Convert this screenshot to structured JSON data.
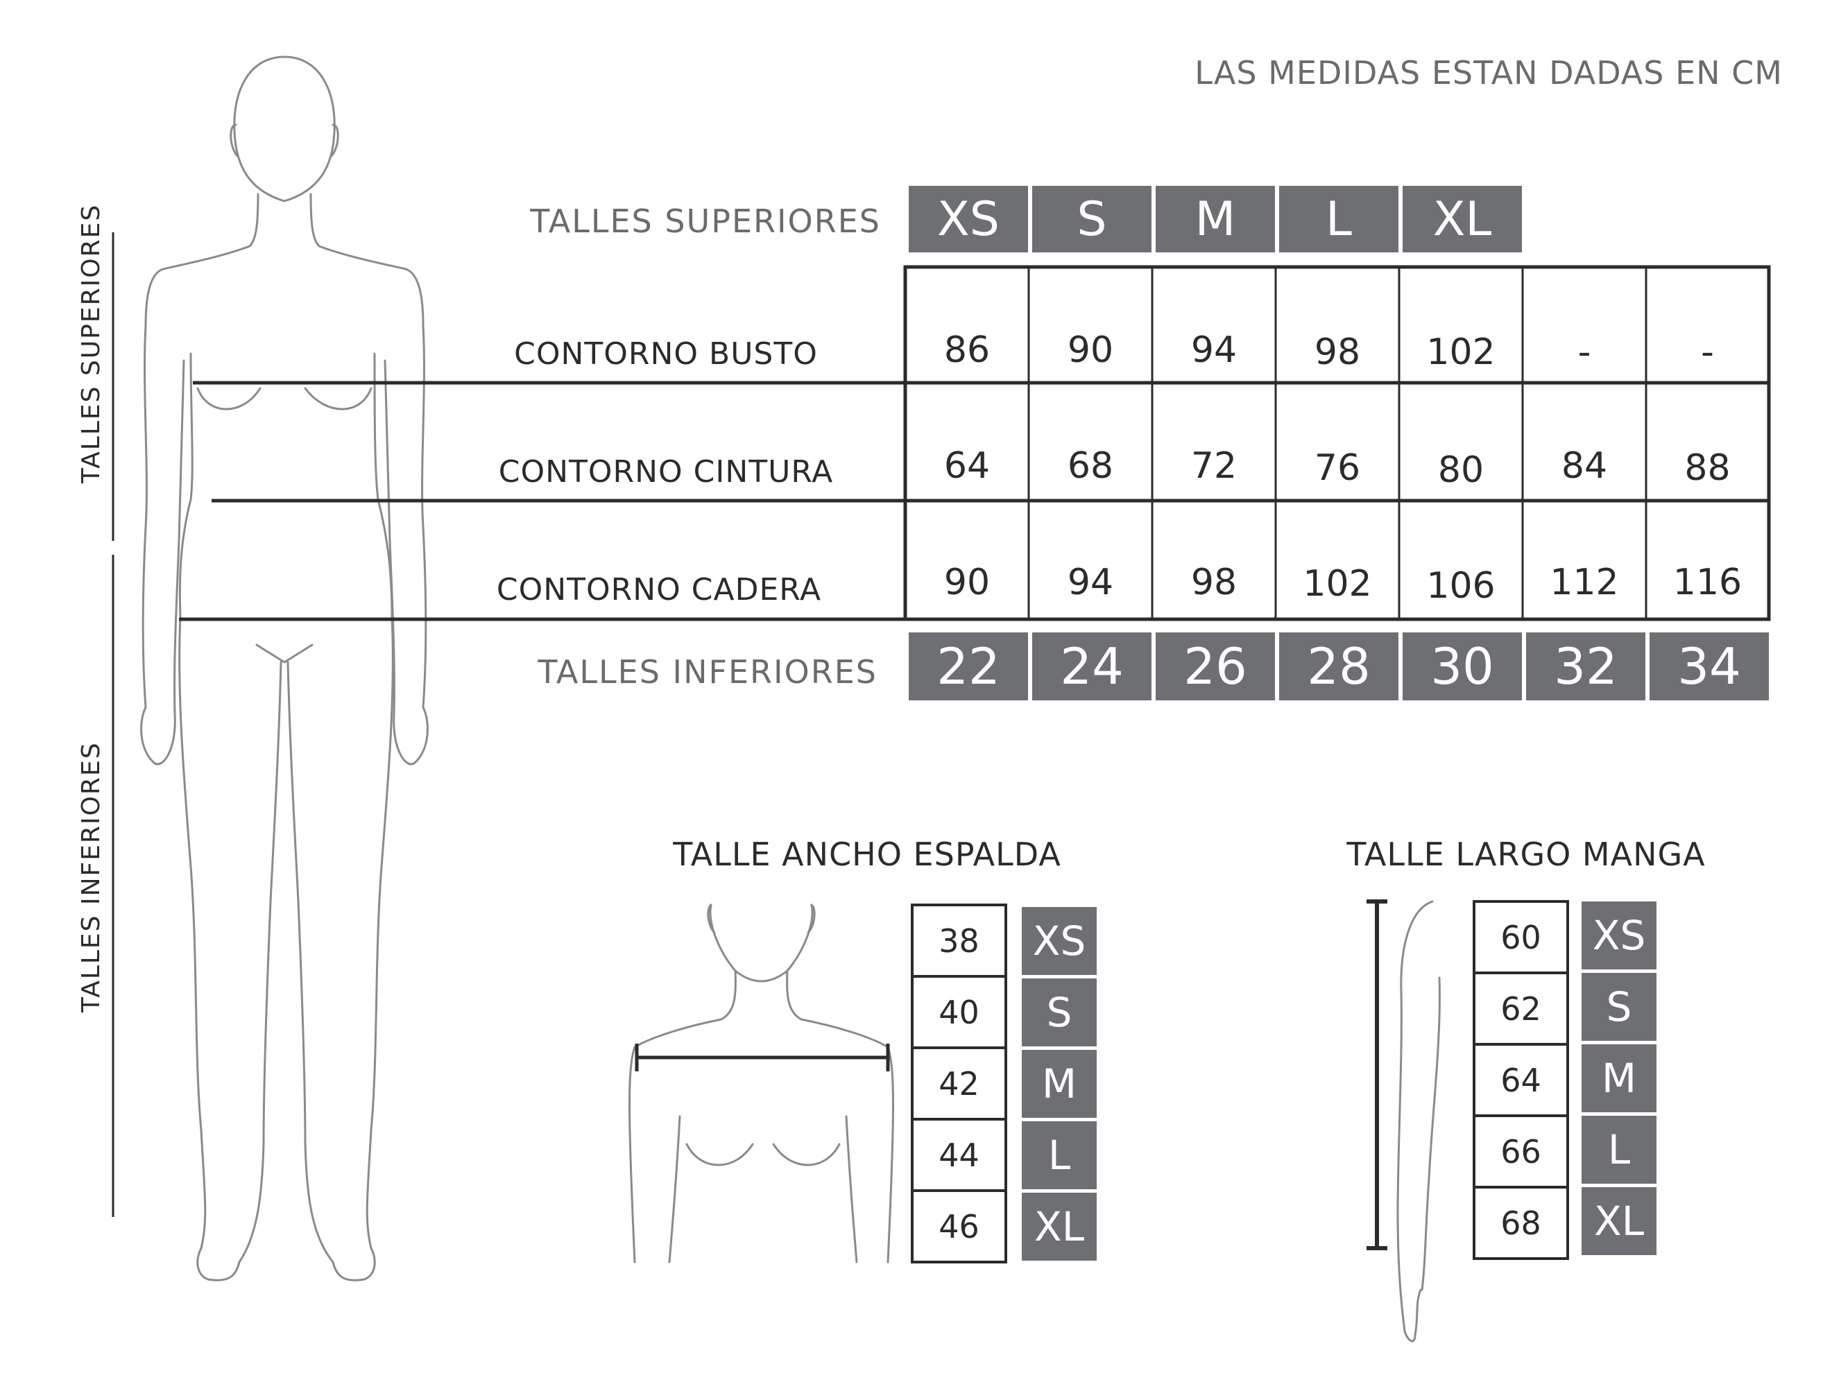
{
  "note": "LAS MEDIDAS ESTAN DADAS EN CM",
  "side_labels": {
    "upper": "TALLES  SUPERIORES",
    "lower": "TALLES  INFERIORES"
  },
  "main_table": {
    "upper_label": "TALLES  SUPERIORES",
    "upper_sizes": [
      "XS",
      "S",
      "M",
      "L",
      "XL"
    ],
    "rows": [
      {
        "label": "CONTORNO BUSTO",
        "values": [
          "86",
          "90",
          "94",
          "98",
          "102",
          "-",
          "-"
        ]
      },
      {
        "label": "CONTORNO CINTURA",
        "values": [
          "64",
          "68",
          "72",
          "76",
          "80",
          "84",
          "88"
        ]
      },
      {
        "label": "CONTORNO CADERA",
        "values": [
          "90",
          "94",
          "98",
          "102",
          "106",
          "112",
          "116"
        ]
      }
    ],
    "lower_label": "TALLES  INFERIORES",
    "lower_sizes": [
      "22",
      "24",
      "26",
      "28",
      "30",
      "32",
      "34"
    ]
  },
  "back_width": {
    "title": "TALLE ANCHO ESPALDA",
    "values": [
      "38",
      "40",
      "42",
      "44",
      "46"
    ],
    "sizes": [
      "XS",
      "S",
      "M",
      "L",
      "XL"
    ]
  },
  "sleeve_length": {
    "title": "TALLE LARGO MANGA",
    "values": [
      "60",
      "62",
      "64",
      "66",
      "68"
    ],
    "sizes": [
      "XS",
      "S",
      "M",
      "L",
      "XL"
    ]
  },
  "colors": {
    "tag_bg": "#6e6f72",
    "line": "#2b2b2b",
    "figure": "#8a8a8a"
  }
}
